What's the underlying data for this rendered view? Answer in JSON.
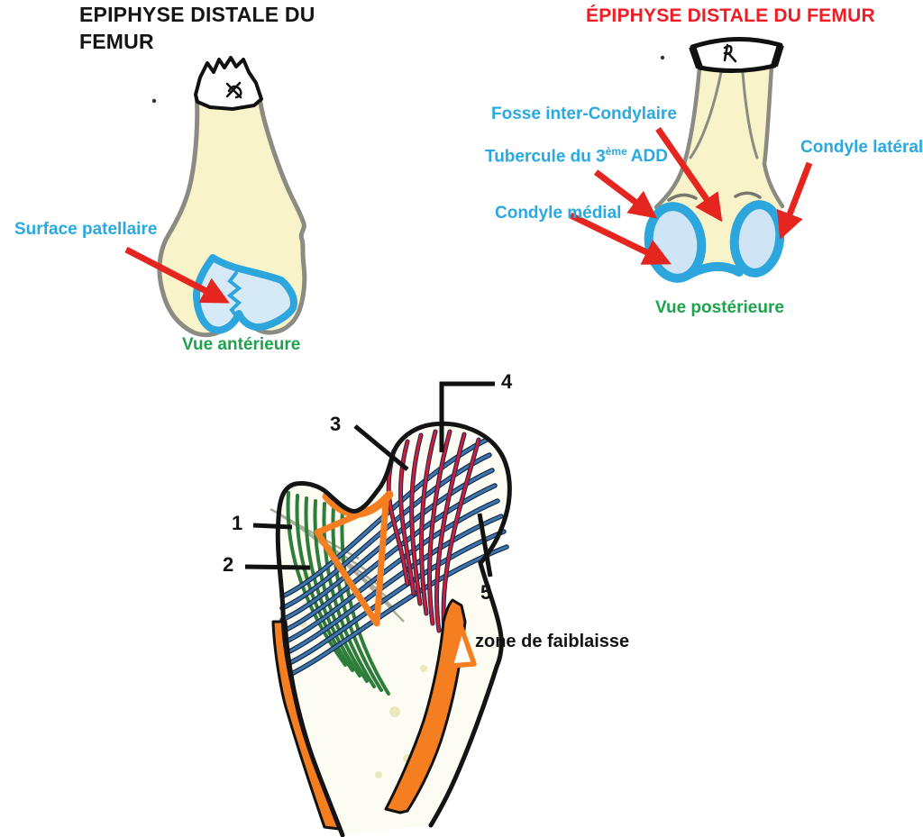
{
  "panel_anterior": {
    "title_line1": "EPIPHYSE DISTALE DU",
    "title_line2": "FEMUR",
    "label_surface": "Surface patellaire",
    "caption": "Vue antérieure"
  },
  "panel_posterior": {
    "title": "ÉPIPHYSE DISTALE DU FEMUR",
    "label_fosse": "Fosse inter-Condylaire",
    "tubercule_base": "Tubercule du 3",
    "tubercule_sup": "ème",
    "tubercule_end": "ADD",
    "label_lateral": "Condyle latéral",
    "label_medial": "Condyle médial",
    "caption": "Vue postérieure"
  },
  "panel_trabecular": {
    "markers": [
      "1",
      "2",
      "3",
      "4",
      "5"
    ],
    "legend_text": "zone de faiblaisse"
  },
  "colors": {
    "label_cyan": "#2aa9e0",
    "caption_green": "#1fa24d",
    "title_red": "#ee1c24",
    "arrow_red": "#e52620",
    "orange": "#f47e20",
    "bone_yellow": "#f8f3c8",
    "condyle_fill": "#cfe4f4",
    "condyle_stroke": "#2ca6dc",
    "trabecular_green": "#2e7d3a",
    "trabecular_blue": "#3a77b0",
    "trabecular_red": "#c5203f"
  }
}
